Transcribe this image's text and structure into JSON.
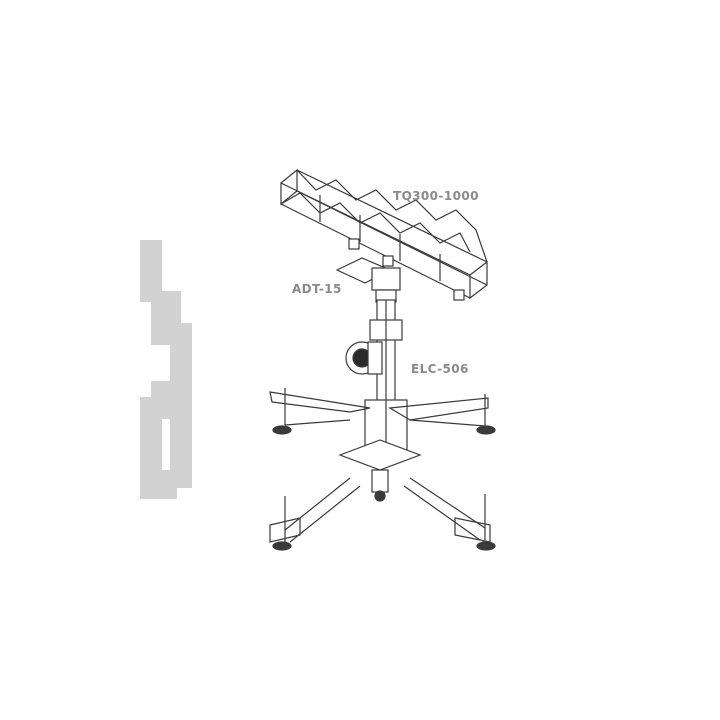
{
  "brand": {
    "logo_text": "GUIL",
    "logo_color": "#d4d4d4"
  },
  "labels": {
    "truss": "TQ300-1000",
    "adapter": "ADT-15",
    "tower": "ELC-506"
  },
  "colors": {
    "line": "#3a3a3a",
    "label": "#8a8a8a",
    "background": "#ffffff"
  }
}
